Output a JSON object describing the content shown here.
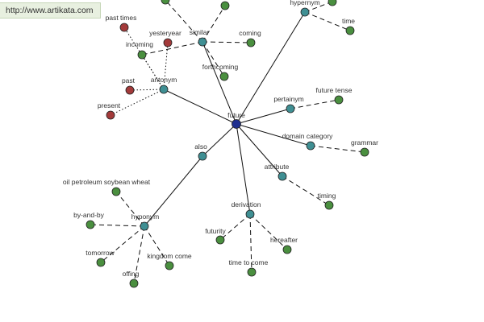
{
  "source_url": "http://www.artikata.com",
  "colors": {
    "center": "#1f2f8f",
    "relation": "#3f8f93",
    "word": "#4a8f3f",
    "antonym_word": "#a33a3a",
    "edge": "#111111"
  },
  "nodes": [
    {
      "id": "future",
      "label": "future",
      "kind": "center"
    },
    {
      "id": "similar",
      "label": "similar",
      "kind": "relation"
    },
    {
      "id": "antonym",
      "label": "antonym",
      "kind": "relation"
    },
    {
      "id": "hypernym",
      "label": "hypernym",
      "kind": "relation"
    },
    {
      "id": "pertainym",
      "label": "pertainym",
      "kind": "relation"
    },
    {
      "id": "domain-category",
      "label": "domain category",
      "kind": "relation"
    },
    {
      "id": "attribute",
      "label": "attribute",
      "kind": "relation"
    },
    {
      "id": "derivation",
      "label": "derivation",
      "kind": "relation"
    },
    {
      "id": "also",
      "label": "also",
      "kind": "relation"
    },
    {
      "id": "hyponym",
      "label": "hyponym",
      "kind": "relation"
    },
    {
      "id": "past-times",
      "label": "past times",
      "kind": "antonym_word"
    },
    {
      "id": "yesteryear",
      "label": "yesteryear",
      "kind": "antonym_word"
    },
    {
      "id": "past",
      "label": "past",
      "kind": "antonym_word"
    },
    {
      "id": "present",
      "label": "present",
      "kind": "antonym_word"
    },
    {
      "id": "incoming",
      "label": "incoming",
      "kind": "word"
    },
    {
      "id": "coming",
      "label": "coming",
      "kind": "word"
    },
    {
      "id": "forthcoming",
      "label": "forthcoming",
      "kind": "word"
    },
    {
      "id": "time",
      "label": "time",
      "kind": "word"
    },
    {
      "id": "future-tense",
      "label": "future tense",
      "kind": "word"
    },
    {
      "id": "grammar",
      "label": "grammar",
      "kind": "word"
    },
    {
      "id": "timing",
      "label": "timing",
      "kind": "word"
    },
    {
      "id": "futurity",
      "label": "futurity",
      "kind": "word"
    },
    {
      "id": "time-to-come",
      "label": "time to come",
      "kind": "word"
    },
    {
      "id": "hereafter",
      "label": "hereafter",
      "kind": "word"
    },
    {
      "id": "oil-petroleum-soybean-wheat",
      "label": "oil petroleum soybean wheat",
      "kind": "word"
    },
    {
      "id": "by-and-by",
      "label": "by-and-by",
      "kind": "word"
    },
    {
      "id": "tomorrow",
      "label": "tomorrow",
      "kind": "word"
    },
    {
      "id": "offing",
      "label": "offing",
      "kind": "word"
    },
    {
      "id": "kingdom-come",
      "label": "kingdom come",
      "kind": "word"
    },
    {
      "id": "hypernym-word-a",
      "label": "",
      "kind": "word"
    },
    {
      "id": "hypernym-word-b",
      "label": "",
      "kind": "word"
    },
    {
      "id": "hypernym-word-c",
      "label": "",
      "kind": "word"
    }
  ],
  "edges": [
    {
      "from": "future",
      "to": "similar",
      "style": "solid"
    },
    {
      "from": "future",
      "to": "antonym",
      "style": "solid"
    },
    {
      "from": "future",
      "to": "hypernym",
      "style": "solid"
    },
    {
      "from": "future",
      "to": "pertainym",
      "style": "solid"
    },
    {
      "from": "future",
      "to": "domain-category",
      "style": "solid"
    },
    {
      "from": "future",
      "to": "attribute",
      "style": "solid"
    },
    {
      "from": "future",
      "to": "derivation",
      "style": "solid"
    },
    {
      "from": "future",
      "to": "also",
      "style": "solid"
    },
    {
      "from": "also",
      "to": "hyponym",
      "style": "solid"
    },
    {
      "from": "similar",
      "to": "incoming",
      "style": "dashed"
    },
    {
      "from": "similar",
      "to": "coming",
      "style": "dashed"
    },
    {
      "from": "similar",
      "to": "forthcoming",
      "style": "dashed"
    },
    {
      "from": "similar",
      "to": "hypernym-word-b",
      "style": "dashed"
    },
    {
      "from": "similar",
      "to": "hypernym-word-c",
      "style": "dashed"
    },
    {
      "from": "antonym",
      "to": "past-times",
      "style": "dotted"
    },
    {
      "from": "antonym",
      "to": "yesteryear",
      "style": "dotted"
    },
    {
      "from": "antonym",
      "to": "past",
      "style": "dotted"
    },
    {
      "from": "antonym",
      "to": "present",
      "style": "dotted"
    },
    {
      "from": "antonym",
      "to": "incoming",
      "style": "dotted"
    },
    {
      "from": "hypernym",
      "to": "time",
      "style": "dashed"
    },
    {
      "from": "hypernym",
      "to": "hypernym-word-a",
      "style": "dashed"
    },
    {
      "from": "pertainym",
      "to": "future-tense",
      "style": "dashed"
    },
    {
      "from": "domain-category",
      "to": "grammar",
      "style": "dashed"
    },
    {
      "from": "attribute",
      "to": "timing",
      "style": "dashed"
    },
    {
      "from": "derivation",
      "to": "futurity",
      "style": "dashed"
    },
    {
      "from": "derivation",
      "to": "time-to-come",
      "style": "dashed"
    },
    {
      "from": "derivation",
      "to": "hereafter",
      "style": "dashed"
    },
    {
      "from": "hyponym",
      "to": "oil-petroleum-soybean-wheat",
      "style": "dashed"
    },
    {
      "from": "hyponym",
      "to": "by-and-by",
      "style": "dashed"
    },
    {
      "from": "hyponym",
      "to": "tomorrow",
      "style": "dashed"
    },
    {
      "from": "hyponym",
      "to": "offing",
      "style": "dashed"
    },
    {
      "from": "hyponym",
      "to": "kingdom-come",
      "style": "dashed"
    }
  ]
}
